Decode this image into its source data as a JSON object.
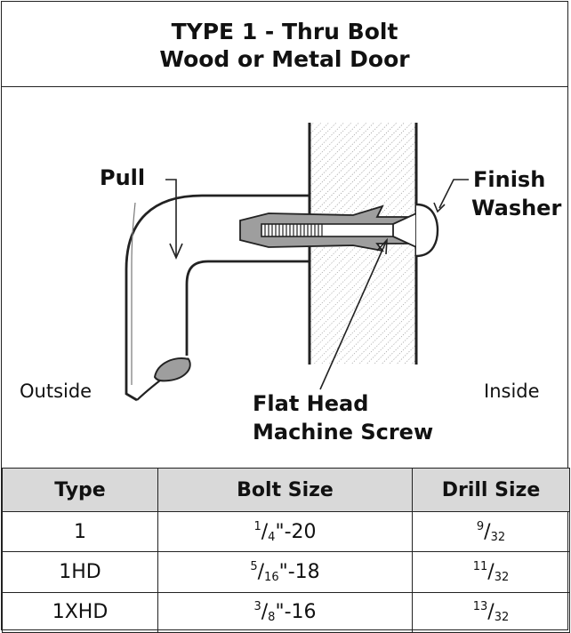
{
  "title": {
    "line1": "TYPE 1 - Thru Bolt",
    "line2": "Wood or Metal Door"
  },
  "labels": {
    "pull": "Pull",
    "finish": "Finish",
    "washer": "Washer",
    "outside": "Outside",
    "inside": "Inside",
    "flat_head": "Flat Head",
    "machine_screw": "Machine Screw"
  },
  "table": {
    "headers": [
      "Type",
      "Bolt Size",
      "Drill Size"
    ],
    "rows": [
      {
        "type": "1",
        "bolt": {
          "num": "1",
          "den": "4",
          "suffix": "\"-20"
        },
        "drill": {
          "num": "9",
          "den": "32"
        }
      },
      {
        "type": "1HD",
        "bolt": {
          "num": "5",
          "den": "16",
          "suffix": "\"-18"
        },
        "drill": {
          "num": "11",
          "den": "32"
        }
      },
      {
        "type": "1XHD",
        "bolt": {
          "num": "3",
          "den": "8",
          "suffix": "\"-16"
        },
        "drill": {
          "num": "13",
          "den": "32"
        }
      }
    ]
  },
  "colors": {
    "line": "#222222",
    "grey_fill": "#9e9e9e",
    "header_fill": "#d9d9d9"
  }
}
